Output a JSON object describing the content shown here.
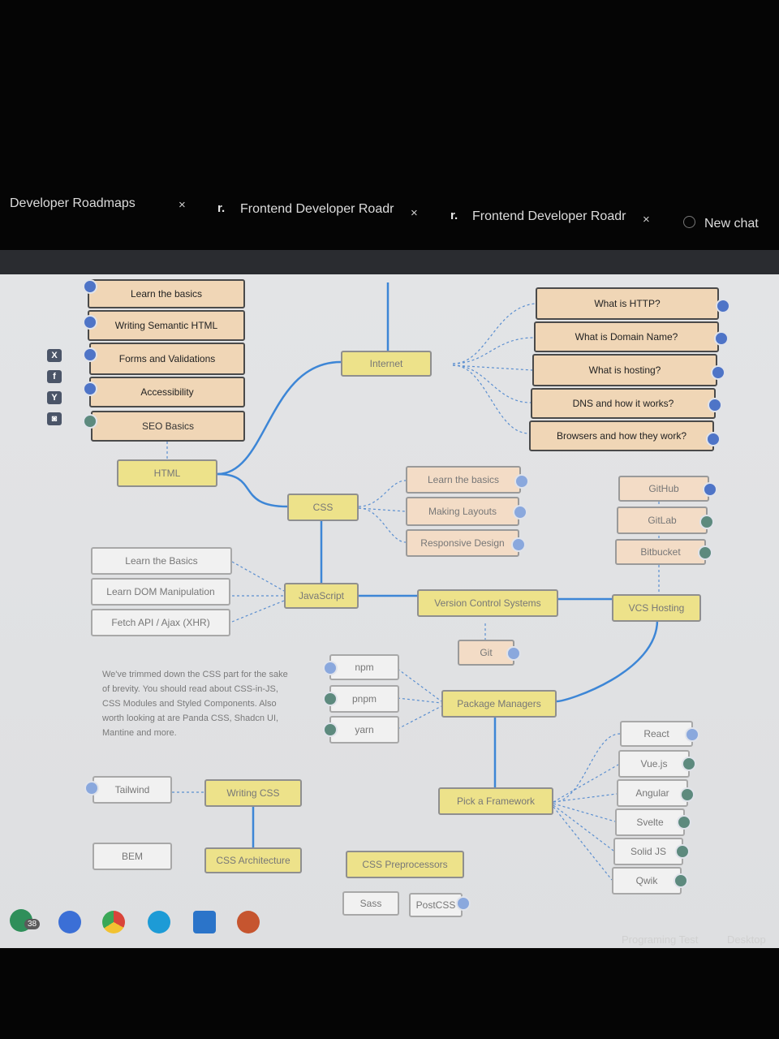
{
  "tabs": [
    {
      "label": "Developer Roadmaps",
      "close": "×"
    },
    {
      "label": "Frontend Developer Roadr",
      "close": "×",
      "logo": "r."
    },
    {
      "label": "Frontend Developer Roadr",
      "close": "×",
      "logo": "r."
    },
    {
      "label": "New chat"
    }
  ],
  "social": [
    "X",
    "f",
    "Y",
    "◙"
  ],
  "html_topics": [
    "Learn the basics",
    "Writing Semantic HTML",
    "Forms and Validations",
    "Accessibility",
    "SEO Basics"
  ],
  "internet_topics": [
    "What is HTTP?",
    "What is Domain Name?",
    "What is hosting?",
    "DNS and how it works?",
    "Browsers and how they work?"
  ],
  "main_nodes": {
    "internet": "Internet",
    "html": "HTML",
    "css": "CSS",
    "javascript": "JavaScript",
    "vcs": "Version Control Systems",
    "vcs_hosting": "VCS Hosting",
    "package_managers": "Package Managers",
    "pick_framework": "Pick a Framework",
    "writing_css": "Writing CSS",
    "css_architecture": "CSS Architecture",
    "css_preprocessors": "CSS Preprocessors"
  },
  "css_topics": [
    "Learn the basics",
    "Making Layouts",
    "Responsive Design"
  ],
  "js_topics": [
    "Learn the Basics",
    "Learn DOM Manipulation",
    "Fetch API / Ajax (XHR)"
  ],
  "hosting_topics": [
    "GitHub",
    "GitLab",
    "Bitbucket"
  ],
  "vcs_topics": [
    "Git"
  ],
  "package_topics": [
    "npm",
    "pnpm",
    "yarn"
  ],
  "frameworks": [
    "React",
    "Vue.js",
    "Angular",
    "Svelte",
    "Solid JS",
    "Qwik"
  ],
  "css_tools": [
    "Tailwind",
    "BEM"
  ],
  "preprocessors": [
    "Sass",
    "PostCSS"
  ],
  "note": "We've trimmed down the CSS part for the sake of brevity. You should read about CSS-in-JS, CSS Modules and Styled Components. Also worth looking at are Panda CSS, Shadcn UI, Mantine and more.",
  "taskbar": {
    "badge": "38",
    "items": [
      "Programing Test",
      "Desktop"
    ]
  },
  "colors": {
    "peach": "#f0d6b6",
    "yellow": "#ede28a",
    "check_blue": "#4e74c7",
    "line_blue": "#3d86d6"
  }
}
